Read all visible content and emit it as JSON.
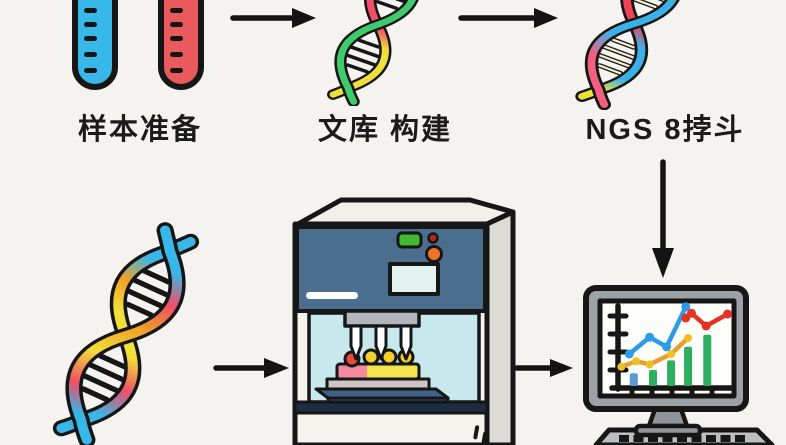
{
  "canvas": {
    "background": "#f5f3ef",
    "outline_color": "#161616"
  },
  "steps": [
    {
      "id": "sample-prep",
      "label": "样本准备",
      "icon": "test-tubes-icon"
    },
    {
      "id": "library-construction",
      "label": "文库 构建",
      "icon": "dna-helix-icon"
    },
    {
      "id": "ngs-sequencing",
      "label": "NGS 8挬斗",
      "icon": "dna-helix-icon"
    }
  ],
  "arrows": [
    {
      "from": "sample-prep",
      "to": "library-construction",
      "direction": "right"
    },
    {
      "from": "library-construction",
      "to": "ngs-sequencing",
      "direction": "right"
    },
    {
      "from": "ngs-sequencing",
      "to": "analysis-monitor",
      "direction": "down"
    },
    {
      "from": "dna-sample",
      "to": "sequencer-machine",
      "direction": "right"
    },
    {
      "from": "sequencer-machine",
      "to": "analysis-monitor",
      "direction": "right"
    }
  ],
  "palette": {
    "tube_blue": "#38b7e9",
    "tube_red": "#ea5a5c",
    "dna_blue": "#3ab2e9",
    "dna_green": "#3fca6c",
    "dna_red": "#ee4f67",
    "dna_yellow": "#f1df3a",
    "dna_orange": "#f0a028",
    "machine_panel": "#4b6d8e",
    "machine_chamber": "#c7e9ed",
    "indicator_green": "#44b832",
    "indicator_red": "#b5271d",
    "button_orange": "#ed7424",
    "machine_screen": "#e2f2f0",
    "plate_pink": "#f28ba0",
    "plate_yellow": "#f3e44e",
    "platform_blue": "#3f6288",
    "monitor_frame": "#9ba1a5",
    "monitor_screen": "#fdfdf9"
  },
  "chart_data": {
    "type": "combo",
    "title": "",
    "legend": false,
    "grid": false,
    "description": "Analysis results chart shown on monitor: rising green bars with blue, orange and red trend lines",
    "axes": {
      "y_ticks": 4,
      "x_ticks": 5,
      "color": "#161616"
    },
    "bars": {
      "x_pct": [
        14,
        31,
        47,
        62,
        79
      ],
      "height_pct": [
        16,
        20,
        32,
        49,
        64
      ],
      "colors": [
        "#5b9bd0",
        "#2fae62",
        "#2fae62",
        "#2fae62",
        "#2fae62"
      ]
    },
    "lines": [
      {
        "name": "blue-series",
        "color": "#2b9be8",
        "dot_color": "#2b9be8",
        "dot_r": 4.5,
        "points_pct": [
          [
            10,
            40
          ],
          [
            28,
            61
          ],
          [
            43,
            49
          ],
          [
            60,
            99
          ]
        ]
      },
      {
        "name": "orange-series",
        "color": "#eb9d2e",
        "dot_color": "#f0bf22",
        "dot_r": 4,
        "points_pct": [
          [
            3,
            24
          ],
          [
            16,
            31
          ],
          [
            28,
            27
          ],
          [
            47,
            40
          ],
          [
            62,
            60
          ]
        ]
      },
      {
        "name": "red-series",
        "color": "#e23326",
        "dot_color": "#e23326",
        "dot_r": 4.5,
        "points_pct": [
          [
            60,
            85
          ],
          [
            65,
            91
          ],
          [
            78,
            75
          ],
          [
            97,
            90
          ]
        ]
      }
    ]
  }
}
